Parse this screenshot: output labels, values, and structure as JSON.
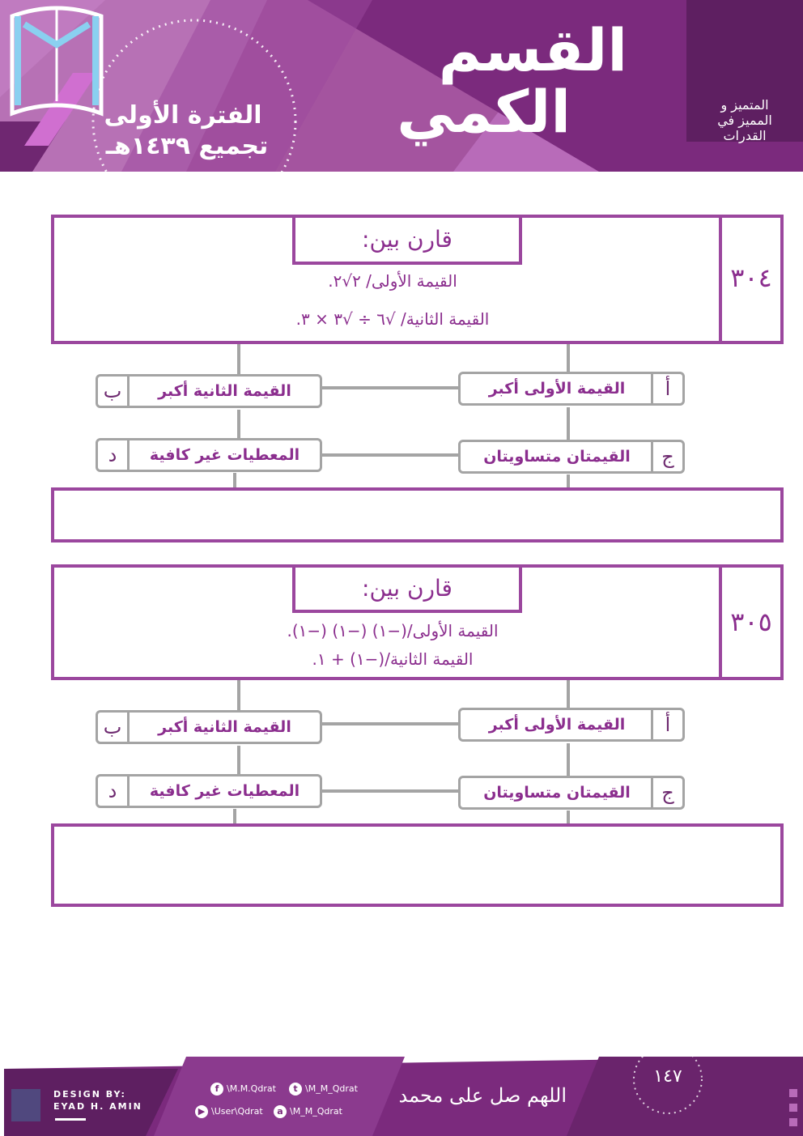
{
  "header": {
    "title_line1": "القسم",
    "title_line2": "الكمي",
    "period": "الفترة الأولى",
    "collection": "تجميع ١٤٣٩هـ",
    "logo_text": "المتميز و المميز في القدرات"
  },
  "questions": [
    {
      "number": "٣٠٤",
      "prompt": "قارن بين:",
      "value1": "القيمة الأولى/ ٢√٢.",
      "value2": "القيمة الثانية/ √٦ ÷ √٣ × ٣.",
      "options": {
        "a": {
          "letter": "أ",
          "label": "القيمة الأولى أكبر"
        },
        "b": {
          "letter": "ب",
          "label": "القيمة الثانية أكبر"
        },
        "c": {
          "letter": "ج",
          "label": "القيمتان متساويتان"
        },
        "d": {
          "letter": "د",
          "label": "المعطيات غير كافية"
        }
      }
    },
    {
      "number": "٣٠٥",
      "prompt": "قارن بين:",
      "value1": "القيمة الأولى/(−١) (−١) (−١).",
      "value2": "القيمة الثانية/(−١) + ١.",
      "options": {
        "a": {
          "letter": "أ",
          "label": "القيمة الأولى أكبر"
        },
        "b": {
          "letter": "ب",
          "label": "القيمة الثانية أكبر"
        },
        "c": {
          "letter": "ج",
          "label": "القيمتان متساويتان"
        },
        "d": {
          "letter": "د",
          "label": "المعطيات غير كافية"
        }
      }
    }
  ],
  "footer": {
    "design_by": "DESIGN BY:",
    "designer": "EYAD H. AMIN",
    "facebook": "\\M.M.Qdrat",
    "twitter": "\\M_M_Qdrat",
    "youtube": "\\User\\Qdrat",
    "other": "\\M_M_Qdrat",
    "calligraphy": "اللهم صل على محمد",
    "page_number": "١٤٧"
  },
  "colors": {
    "brand": "#8b2e8e",
    "frame": "#9b479e",
    "option_border": "#a4a4a4"
  }
}
